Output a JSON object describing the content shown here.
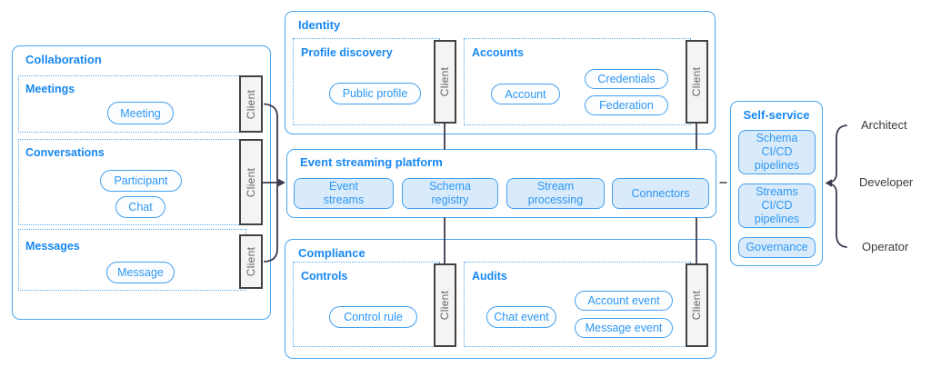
{
  "palette": {
    "accent_blue_border": "#4aa6ee",
    "accent_blue_text": "#1787f0",
    "pill_text_blue": "#2e97f3",
    "component_fill": "#d9ebfb",
    "client_fill": "#f4f4f4",
    "client_border": "#424242",
    "connector_dark": "#3a3a4f"
  },
  "collaboration": {
    "title": "Collaboration",
    "sections": [
      {
        "title": "Meetings",
        "pills": [
          "Meeting"
        ],
        "client": "Client"
      },
      {
        "title": "Conversations",
        "pills": [
          "Participant",
          "Chat"
        ],
        "client": "Client"
      },
      {
        "title": "Messages",
        "pills": [
          "Message"
        ],
        "client": "Client"
      }
    ]
  },
  "identity": {
    "title": "Identity",
    "sections": [
      {
        "title": "Profile discovery",
        "pills": [
          "Public profile"
        ],
        "client": "Client"
      },
      {
        "title": "Accounts",
        "pills": [
          "Account",
          "Credentials",
          "Federation"
        ],
        "client": "Client"
      }
    ]
  },
  "platform": {
    "title": "Event streaming platform",
    "components": [
      "Event\nstreams",
      "Schema\nregistry",
      "Stream\nprocessing",
      "Connectors"
    ]
  },
  "compliance": {
    "title": "Compliance",
    "sections": [
      {
        "title": "Controls",
        "pills": [
          "Control rule"
        ],
        "client": "Client"
      },
      {
        "title": "Audits",
        "pills": [
          "Chat event",
          "Account event",
          "Message event"
        ],
        "client": "Client"
      }
    ]
  },
  "self_service": {
    "title": "Self-service",
    "components": [
      "Schema\nCI/CD\npipelines",
      "Streams\nCI/CD\npipelines",
      "Governance"
    ]
  },
  "roles": [
    "Architect",
    "Developer",
    "Operator"
  ]
}
